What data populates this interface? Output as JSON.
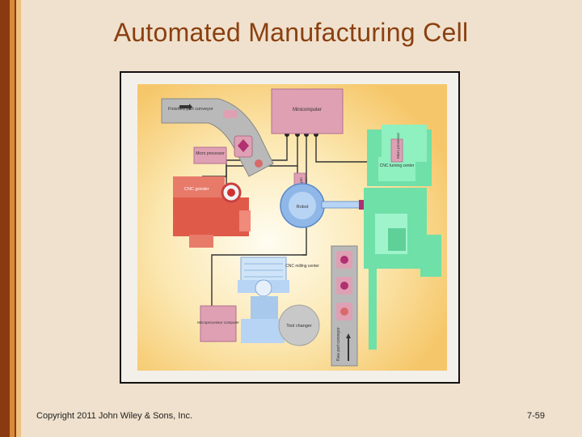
{
  "slide": {
    "title": "Automated Manufacturing Cell",
    "copyright": "Copyright 2011 John Wiley & Sons, Inc.",
    "page_number": "7-59"
  },
  "diagram": {
    "labels": {
      "finished_part_conveyor": "Finished part conveyor",
      "minicomputer": "Minicomputer",
      "micro_processor_top": "Micro processor",
      "micro_processor_right": "Micro processor",
      "cnc_grinder": "CNC grinder",
      "micro_processor_small": "Micro pro",
      "cnc_turning_center": "CNC turning center",
      "robot": "Robot",
      "cnc_milling_center": "CNC milling center",
      "microprocessor_computer": "Microprocessor computer",
      "tool_changer": "Tool changer",
      "raw_part_conveyor": "Raw part conveyor"
    }
  },
  "colors": {
    "title": "#8b3f10",
    "pink": "#dfa0b4",
    "red": "#e05a4a",
    "green": "#6fe0a8",
    "blue": "#a8c8ec",
    "gray": "#b8b8b8"
  }
}
